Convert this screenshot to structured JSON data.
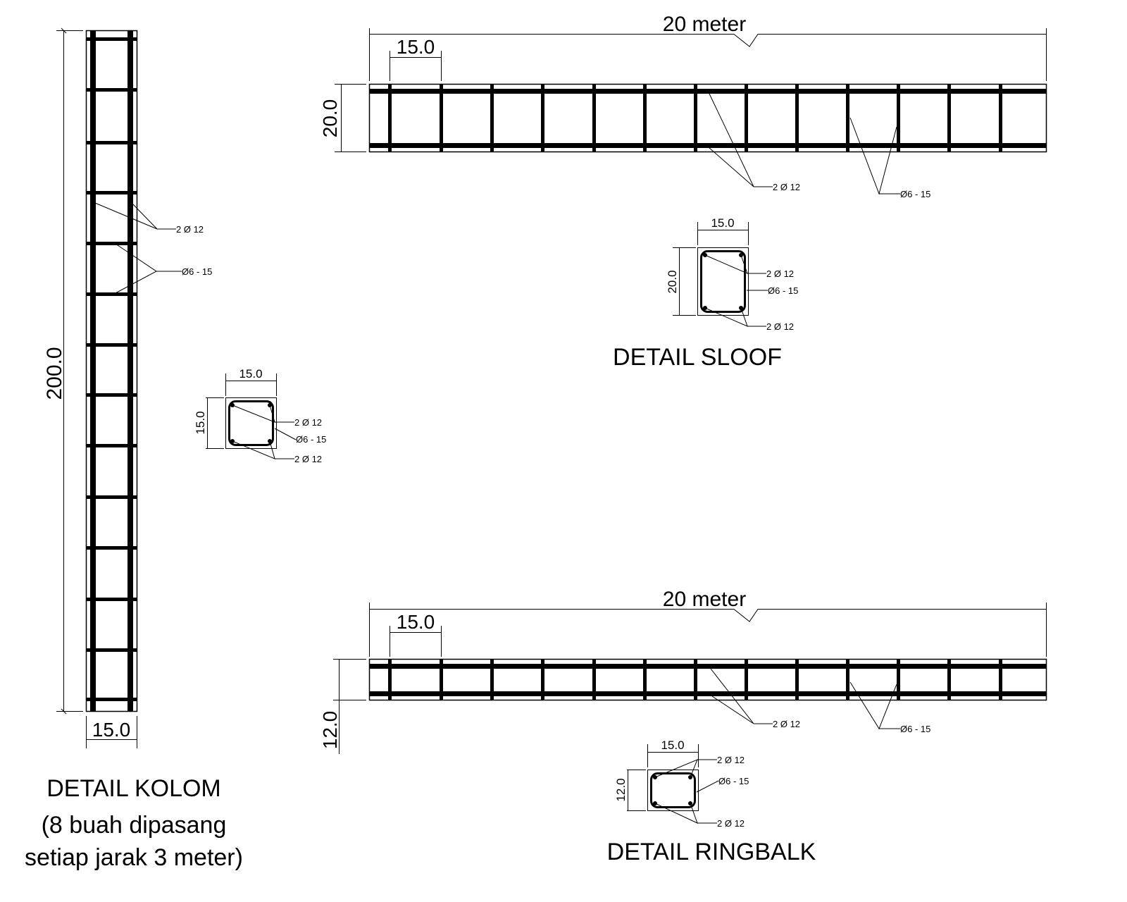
{
  "colors": {
    "ink": "#000000",
    "background": "#ffffff"
  },
  "kolom": {
    "title": "DETAIL KOLOM",
    "note_line1": "(8 buah dipasang",
    "note_line2": "setiap jarak 3 meter)",
    "height_dim": "200.0",
    "width_dim": "15.0",
    "label_main_bar": "2 Ø 12",
    "label_stirrup": "Ø6 - 15",
    "section": {
      "width_dim": "15.0",
      "height_dim": "15.0",
      "label_top_bars": "2 Ø 12",
      "label_stirrup": "Ø6 - 15",
      "label_bottom_bars": "2 Ø 12"
    }
  },
  "sloof": {
    "title": "DETAIL SLOOF",
    "length_dim": "20 meter",
    "spacing_dim": "15.0",
    "height_dim": "20.0",
    "label_main_bar": "2 Ø 12",
    "label_stirrup": "Ø6 - 15",
    "section": {
      "width_dim": "15.0",
      "height_dim": "20.0",
      "label_top_bars": "2 Ø 12",
      "label_stirrup": "Ø6 - 15",
      "label_bottom_bars": "2 Ø 12"
    }
  },
  "ringbalk": {
    "title": "DETAIL RINGBALK",
    "length_dim": "20 meter",
    "spacing_dim": "15.0",
    "height_dim": "12.0",
    "label_main_bar": "2 Ø 12",
    "label_stirrup": "Ø6 - 15",
    "section": {
      "width_dim": "15.0",
      "height_dim": "12.0",
      "label_top_bars": "2 Ø 12",
      "label_stirrup": "Ø6 - 15",
      "label_bottom_bars": "2 Ø 12"
    }
  }
}
